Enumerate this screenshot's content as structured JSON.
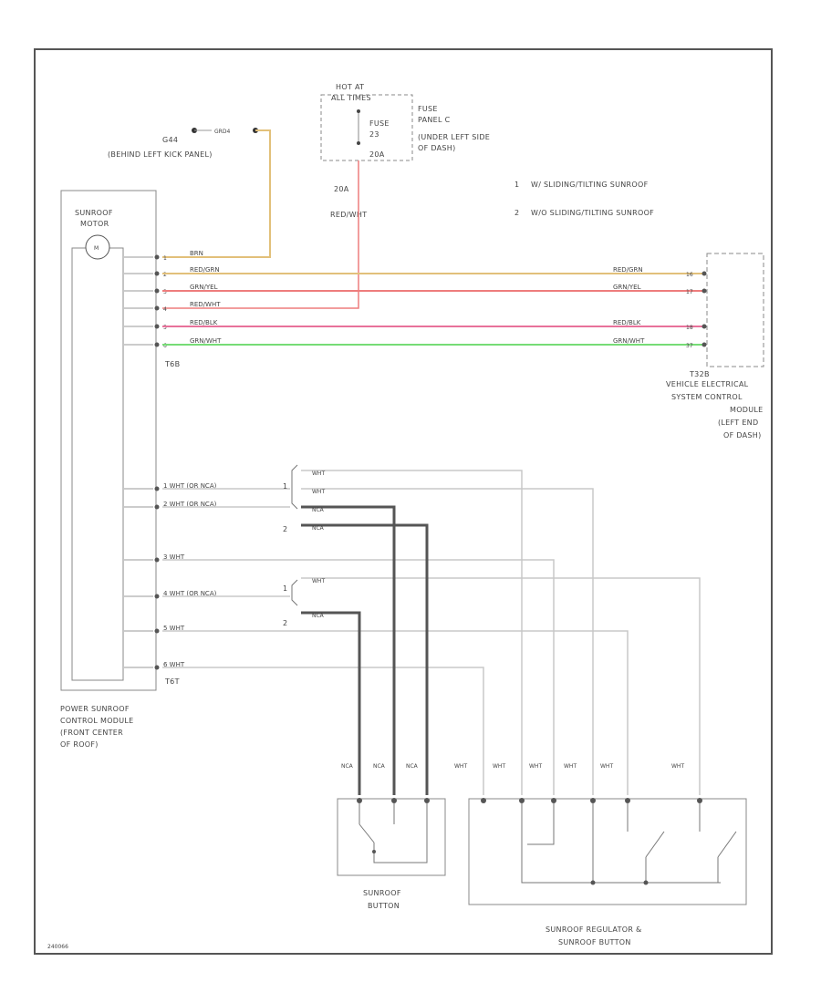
{
  "ground": {
    "id": "G44",
    "code": "GRD4",
    "location": "(BEHIND LEFT KICK PANEL)"
  },
  "hot": {
    "line1": "HOT AT",
    "line2": "ALL TIMES"
  },
  "fuse": {
    "name": "FUSE",
    "number": "23",
    "rating": "20A",
    "amp_label": "20A",
    "wire": "RED/WHT",
    "panel_lines": [
      "FUSE",
      "PANEL C",
      "(UNDER LEFT SIDE",
      "OF DASH)"
    ]
  },
  "legend": [
    {
      "num": "1",
      "text": "W/ SLIDING/TILTING SUNROOF"
    },
    {
      "num": "2",
      "text": "W/O SLIDING/TILTING SUNROOF"
    }
  ],
  "motor": {
    "title_line1": "SUNROOF",
    "title_line2": "MOTOR",
    "symbol": "M"
  },
  "module": {
    "lines": [
      "POWER SUNROOF",
      "CONTROL MODULE",
      "(FRONT CENTER",
      "OF ROOF)"
    ]
  },
  "connectors": {
    "left_top": "T6B",
    "right": "T32B",
    "left_bottom": "T6T"
  },
  "upper_wires": [
    {
      "pin": "1",
      "color": "BRN",
      "stroke": "#e2c07a",
      "right_pin": "",
      "right_label": ""
    },
    {
      "pin": "2",
      "color": "RED/GRN",
      "stroke": "#e2c07a",
      "right_pin": "16",
      "right_label": "RED/GRN"
    },
    {
      "pin": "3",
      "color": "GRN/YEL",
      "stroke": "#ee7d7d",
      "right_pin": "17",
      "right_label": "GRN/YEL"
    },
    {
      "pin": "4",
      "color": "RED/WHT",
      "stroke": "#ee7d7d",
      "right_pin": "",
      "right_label": ""
    },
    {
      "pin": "5",
      "color": "RED/BLK",
      "stroke": "#e8719a",
      "right_pin": "18",
      "right_label": "RED/BLK"
    },
    {
      "pin": "6",
      "color": "GRN/WHT",
      "stroke": "#76dc76",
      "right_pin": "37",
      "right_label": "GRN/WHT"
    }
  ],
  "vesc": {
    "lines": [
      "VEHICLE ELECTRICAL",
      "SYSTEM CONTROL",
      "MODULE",
      "(LEFT END",
      "OF DASH)"
    ]
  },
  "lower_wires": [
    {
      "pin": "1",
      "label": "WHT (OR NCA)"
    },
    {
      "pin": "2",
      "label": "WHT (OR NCA)"
    },
    {
      "pin": "3",
      "label": "WHT"
    },
    {
      "pin": "4",
      "label": "WHT (OR NCA)"
    },
    {
      "pin": "5",
      "label": "WHT"
    },
    {
      "pin": "6",
      "label": "WHT"
    }
  ],
  "branch_labels": {
    "b1": "WHT",
    "b2": "WHT",
    "b3": "NCA",
    "b4": "NCA",
    "b5": "WHT",
    "b6": "NCA"
  },
  "branch_nums": {
    "one": "1",
    "two": "2"
  },
  "button_wires": [
    "NCA",
    "NCA",
    "NCA"
  ],
  "regulator_wires": [
    "WHT",
    "WHT",
    "WHT",
    "WHT",
    "WHT",
    "WHT"
  ],
  "button": {
    "line1": "SUNROOF",
    "line2": "BUTTON"
  },
  "regulator": {
    "line1": "SUNROOF REGULATOR &",
    "line2": "SUNROOF BUTTON"
  },
  "diagram_id": "240066",
  "colors": {
    "brn": "#e2c07a",
    "red": "#ee7d7d",
    "pink": "#e8719a",
    "grn": "#76dc76",
    "wht": "#c8c8c8",
    "nca": "#555555"
  }
}
